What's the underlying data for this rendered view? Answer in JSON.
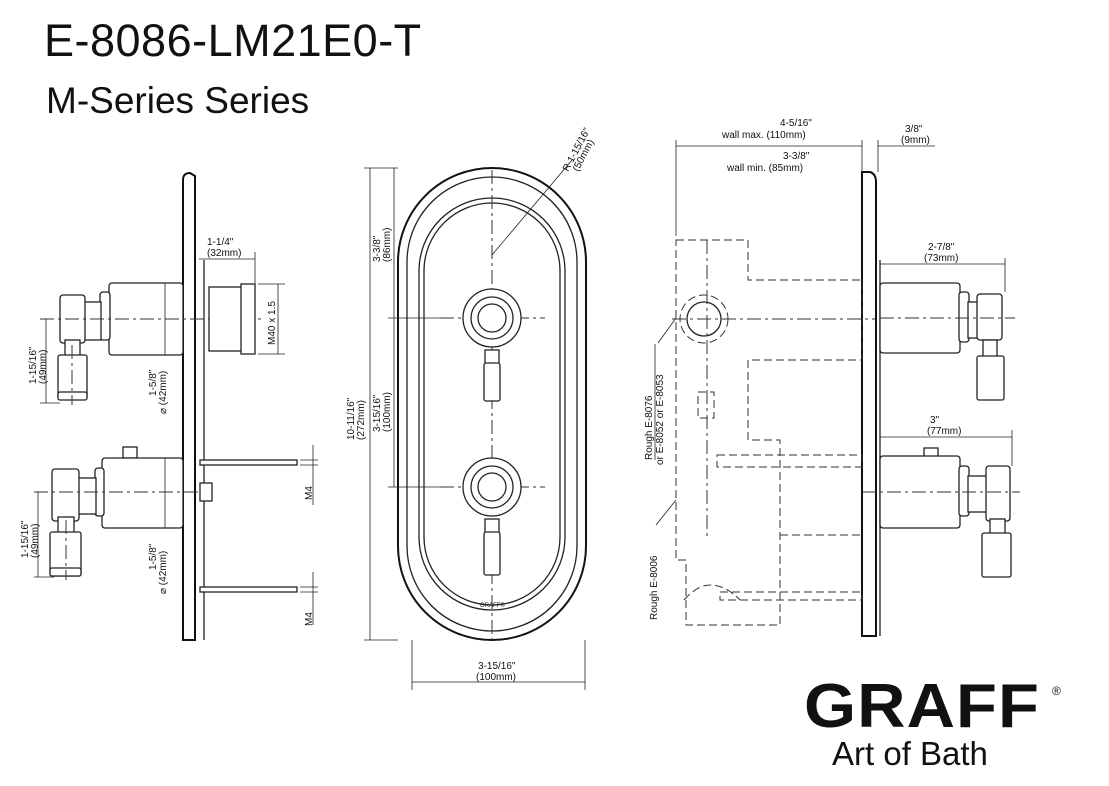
{
  "header": {
    "model": "E-8086-LM21E0-T",
    "series": "M-Series Series"
  },
  "side_view_left": {
    "cartridge_length": "1-1/4\"",
    "cartridge_length_mm": "(32mm)",
    "thread": "M40 x 1.5",
    "upper_lever_drop": "1-15/16\"",
    "upper_lever_drop_mm": "(49mm)",
    "upper_diameter": "1-5/8\"",
    "upper_diameter_mm": "⌀ (42mm)",
    "lower_lever_drop": "1-15/16\"",
    "lower_lever_drop_mm": "(49mm)",
    "lower_diameter": "1-5/8\"",
    "lower_diameter_mm": "⌀ (42mm)",
    "screw_upper": "M4",
    "screw_lower": "M4"
  },
  "front_view": {
    "radius": "R 1-15/16\"",
    "radius_mm": "(50mm)",
    "top_offset": "3-3/8\"",
    "top_offset_mm": "(86mm)",
    "total_height": "10-11/16\"",
    "total_height_mm": "(272mm)",
    "handle_spacing": "3-15/16\"",
    "handle_spacing_mm": "(100mm)",
    "width": "3-15/16\"",
    "width_mm": "(100mm)",
    "plate_brand": "GRAFF®"
  },
  "side_view_right": {
    "wall_max": "4-5/16\"",
    "wall_max_label": "wall max. (110mm)",
    "wall_min": "3-3/8\"",
    "wall_min_label": "wall min. (85mm)",
    "plate_thickness": "3/8\"",
    "plate_thickness_mm": "(9mm)",
    "upper_projection": "2-7/8\"",
    "upper_projection_mm": "(73mm)",
    "lower_projection": "3\"",
    "lower_projection_mm": "(77mm)",
    "rough_upper_line1": "Rough E-8076",
    "rough_upper_line2": "or E-8052 or E-8053",
    "rough_lower": "Rough E-8006"
  },
  "branding": {
    "logo": "GRAFF",
    "registered": "®",
    "tagline": "Art of Bath"
  }
}
